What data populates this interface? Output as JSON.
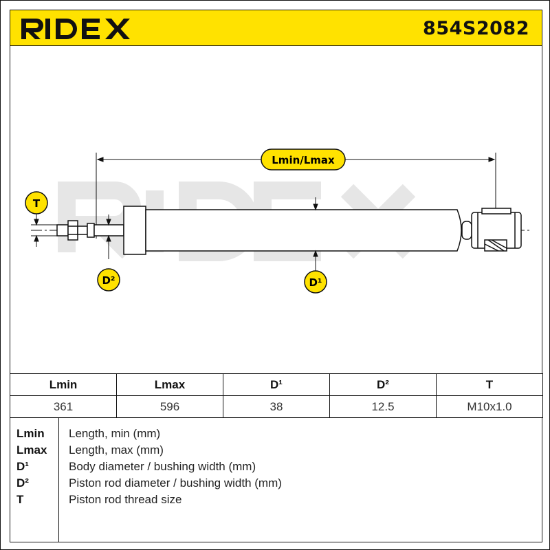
{
  "header": {
    "brand": "RIDEX",
    "part_number": "854S2082",
    "background_color": "#ffe200"
  },
  "drawing": {
    "watermark": "RIDEX",
    "labels": {
      "length": "Lmin/Lmax",
      "thread": "T",
      "rod_diameter": "D²",
      "body_diameter": "D¹"
    },
    "badge_color": "#ffe200"
  },
  "table": {
    "headers": [
      "Lmin",
      "Lmax",
      "D¹",
      "D²",
      "T"
    ],
    "values": [
      "361",
      "596",
      "38",
      "12.5",
      "M10x1.0"
    ]
  },
  "legend": [
    {
      "key": "Lmin",
      "desc": "Length, min (mm)"
    },
    {
      "key": "Lmax",
      "desc": "Length, max (mm)"
    },
    {
      "key": "D¹",
      "desc": "Body diameter / bushing width (mm)"
    },
    {
      "key": "D²",
      "desc": "Piston rod diameter / bushing width (mm)"
    },
    {
      "key": "T",
      "desc": "Piston rod thread size"
    }
  ]
}
